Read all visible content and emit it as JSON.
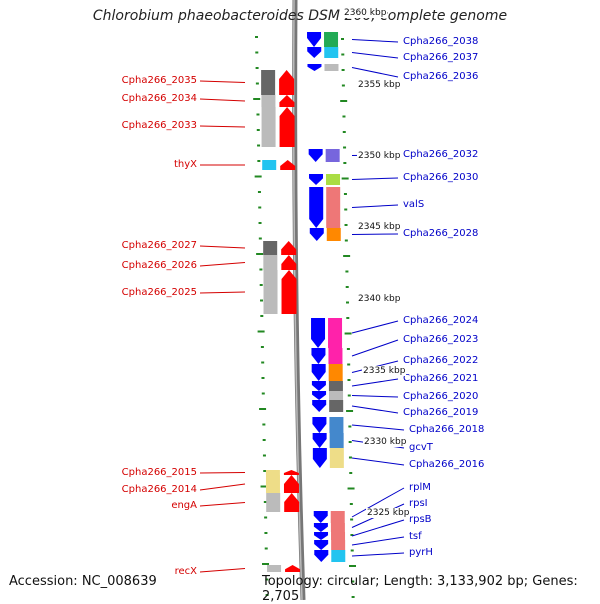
{
  "title": "Chlorobium phaeobacteroides DSM 266, complete genome",
  "footer": {
    "accession": "Accession: NC_008639",
    "topology": "Topology: circular; Length: 3,133,902 bp; Genes: 2,705"
  },
  "scale_labels": [
    "2360 kbp",
    "2355 kbp",
    "2350 kbp",
    "2345 kbp",
    "2340 kbp",
    "2335 kbp",
    "2330 kbp",
    "2325 kbp"
  ],
  "genes_left": [
    {
      "name": "Cpha266_2035",
      "colors": [
        "#666666",
        "#ff0000"
      ]
    },
    {
      "name": "Cpha266_2034",
      "colors": [
        "#bbbbbb",
        "#ff0000"
      ]
    },
    {
      "name": "Cpha266_2033",
      "colors": [
        "#bbbbbb",
        "#ff0000"
      ]
    },
    {
      "name": "thyX",
      "colors": [
        "#22c4f0",
        "#ff0000"
      ]
    },
    {
      "name": "Cpha266_2027",
      "colors": [
        "#666666",
        "#ff0000"
      ]
    },
    {
      "name": "Cpha266_2026",
      "colors": [
        "#bbbbbb",
        "#ff0000"
      ]
    },
    {
      "name": "Cpha266_2025",
      "colors": [
        "#bbbbbb",
        "#ff0000"
      ]
    },
    {
      "name": "Cpha266_2015",
      "colors": [
        "#eedd88",
        "#ff0000"
      ]
    },
    {
      "name": "Cpha266_2014",
      "colors": [
        "#eedd88",
        "#ff0000"
      ]
    },
    {
      "name": "engA",
      "colors": [
        "#bbbbbb",
        "#ff0000"
      ]
    },
    {
      "name": "recX",
      "colors": [
        "#bbbbbb",
        "#ff0000"
      ]
    }
  ],
  "genes_right": [
    {
      "name": "Cpha266_2038",
      "colors": [
        "#0000ff",
        "#22aa55"
      ]
    },
    {
      "name": "Cpha266_2037",
      "colors": [
        "#0000ff",
        "#22c4f0"
      ]
    },
    {
      "name": "Cpha266_2036",
      "colors": [
        "#0000ff",
        "#bbbbbb"
      ]
    },
    {
      "name": "Cpha266_2032",
      "colors": [
        "#0000ff",
        "#7766dd"
      ]
    },
    {
      "name": "Cpha266_2030",
      "colors": [
        "#0000ff",
        "#aadd44"
      ]
    },
    {
      "name": "valS",
      "colors": [
        "#0000ff",
        "#ee7777"
      ]
    },
    {
      "name": "Cpha266_2028",
      "colors": [
        "#0000ff",
        "#ff8800"
      ]
    },
    {
      "name": "Cpha266_2024",
      "colors": [
        "#0000ff",
        "#ff22aa"
      ]
    },
    {
      "name": "Cpha266_2023",
      "colors": [
        "#0000ff",
        "#ff22aa"
      ]
    },
    {
      "name": "Cpha266_2022",
      "colors": [
        "#0000ff",
        "#ff8800"
      ]
    },
    {
      "name": "Cpha266_2021",
      "colors": [
        "#0000ff",
        "#666666"
      ]
    },
    {
      "name": "Cpha266_2020",
      "colors": [
        "#0000ff",
        "#bbbbbb"
      ]
    },
    {
      "name": "Cpha266_2019",
      "colors": [
        "#0000ff",
        "#666666"
      ]
    },
    {
      "name": "Cpha266_2018",
      "colors": [
        "#0000ff",
        "#4488cc"
      ]
    },
    {
      "name": "gcvT",
      "colors": [
        "#0000ff",
        "#4488cc"
      ]
    },
    {
      "name": "Cpha266_2016",
      "colors": [
        "#0000ff",
        "#eedd88"
      ]
    },
    {
      "name": "rplM",
      "colors": [
        "#0000ff",
        "#ee7777"
      ]
    },
    {
      "name": "rpsI",
      "colors": [
        "#0000ff",
        "#ee7777"
      ]
    },
    {
      "name": "rpsB",
      "colors": [
        "#0000ff",
        "#ee7777"
      ]
    },
    {
      "name": "tsf",
      "colors": [
        "#0000ff",
        "#ee7777"
      ]
    },
    {
      "name": "pyrH",
      "colors": [
        "#0000ff",
        "#22c4f0"
      ]
    }
  ]
}
